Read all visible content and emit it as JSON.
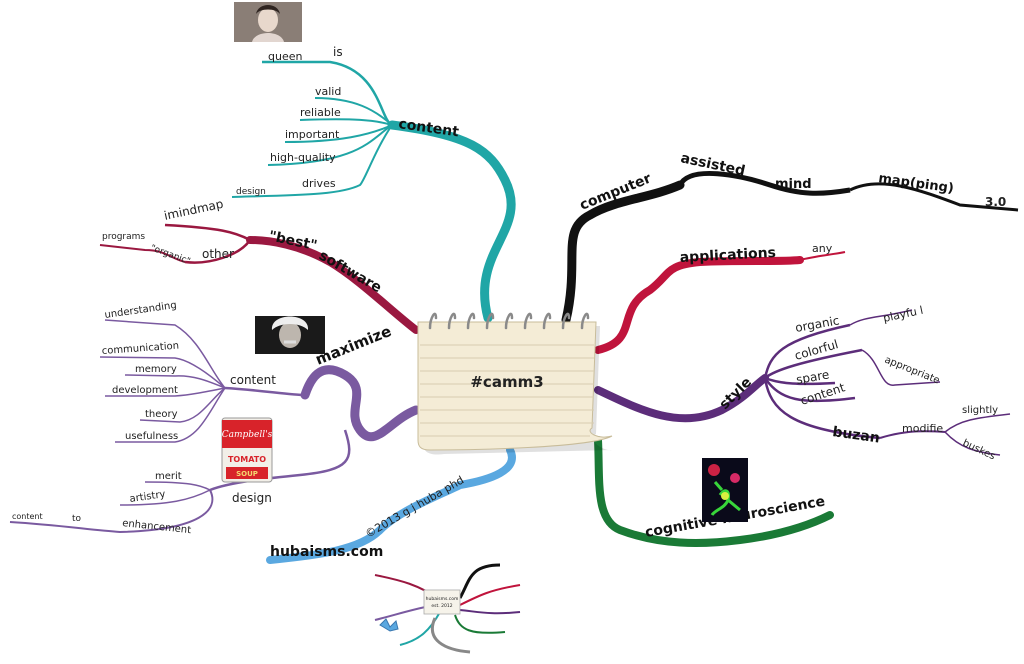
{
  "center": {
    "label": "#camm3"
  },
  "branches": {
    "content": {
      "label": "content",
      "color": "#20a6a6",
      "children": [
        "is",
        "queen",
        "valid",
        "reliable",
        "important",
        "high-quality",
        "drives",
        "design"
      ]
    },
    "computer": {
      "label": "computer",
      "color": "#111111",
      "children": [
        "assisted",
        "mind",
        "map(ping)",
        "3.0"
      ]
    },
    "applications": {
      "label": "applications",
      "color": "#c0143c",
      "children": [
        "any"
      ]
    },
    "style": {
      "label": "style",
      "color": "#5c2d7a",
      "children": [
        "organic",
        "playfu l",
        "colorful",
        "appropriate",
        "spare",
        "content",
        "buzan",
        "modifie",
        "slightly",
        "buskes"
      ]
    },
    "cognitive": {
      "label": "cognitive neuroscience",
      "color": "#1a7a36"
    },
    "hubaisms": {
      "label": "hubaisms.com",
      "sub": "©2013 g j huba phd",
      "color": "#5aa8e0"
    },
    "software": {
      "label_best": "\"best\"",
      "label_software": "software",
      "color": "#9a1840",
      "children": [
        "imindmap",
        "other",
        "\"organic\"",
        "programs"
      ]
    },
    "maximize": {
      "label": "maximize",
      "color": "#7a5aa0",
      "content_label": "content",
      "content_children": [
        "understanding",
        "communication",
        "memory",
        "development",
        "theory",
        "usefulness"
      ],
      "design_label": "design",
      "design_children": [
        "merit",
        "artistry",
        "enhancement",
        "to",
        "content"
      ]
    }
  },
  "images": {
    "portrait_top": "queen-photo",
    "portrait_left": "einstein-photo",
    "can": {
      "brand": "Campbell's",
      "line1": "TOMATO",
      "line2": "SOUP"
    },
    "neuro": "neuron-image",
    "mini_map": {
      "center_line1": "hubaisms.com",
      "center_line2": "est. 2012"
    }
  }
}
